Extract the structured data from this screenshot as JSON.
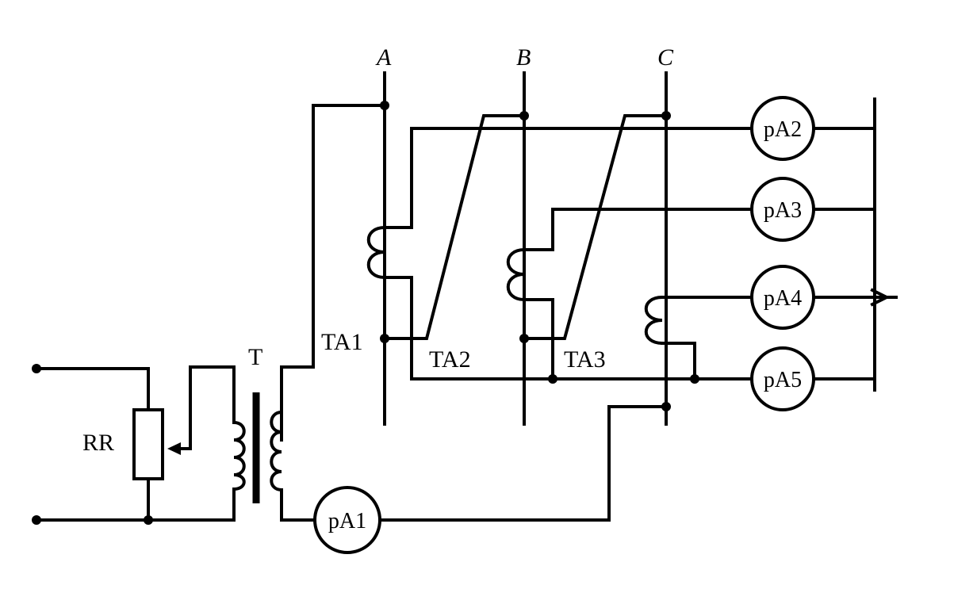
{
  "phases": {
    "a": "A",
    "b": "B",
    "c": "C"
  },
  "transformers": {
    "ta1": "TA1",
    "ta2": "TA2",
    "ta3": "TA3",
    "t": "T"
  },
  "rheostat": "RR",
  "meters": {
    "pa1": "pA1",
    "pa2": "pA2",
    "pa3": "pA3",
    "pa4": "pA4",
    "pa5": "pA5"
  }
}
